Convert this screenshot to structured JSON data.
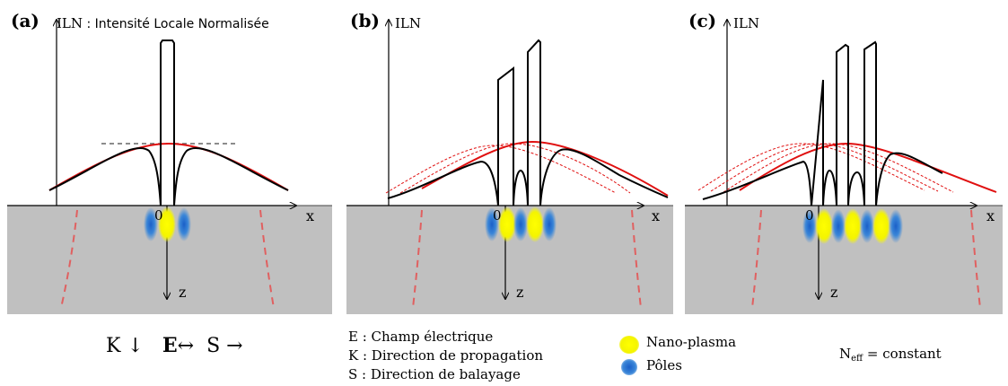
{
  "panels": [
    {
      "letter": "(a)",
      "ylabel": "ILN",
      "ydesc": " : Intensité Locale Normalisée"
    },
    {
      "letter": "(b)",
      "ylabel": "ILN",
      "ydesc": ""
    },
    {
      "letter": "(c)",
      "ylabel": "ILN",
      "ydesc": ""
    }
  ],
  "axes": {
    "x": "x",
    "z": "z",
    "origin": "0"
  },
  "vectors": {
    "k": "K",
    "k_arrow": "↓",
    "e": "E",
    "e_arrow": "↔",
    "s": "S",
    "s_arrow": "→"
  },
  "legend": {
    "lines": [
      "E : Champ électrique",
      "K : Direction de propagation",
      "S : Direction de balayage"
    ],
    "nano_plasma": "Nano-plasma",
    "poles": "Pôles"
  },
  "neff": {
    "n": "N",
    "sub": "eff",
    "rest": " = constant"
  },
  "colors": {
    "substrate": "#c0c0c0",
    "red": "#e01010",
    "dashed_red": "#e06060",
    "plasma": "#ffff00",
    "pole": "#1e6fd0",
    "black": "#000000"
  }
}
